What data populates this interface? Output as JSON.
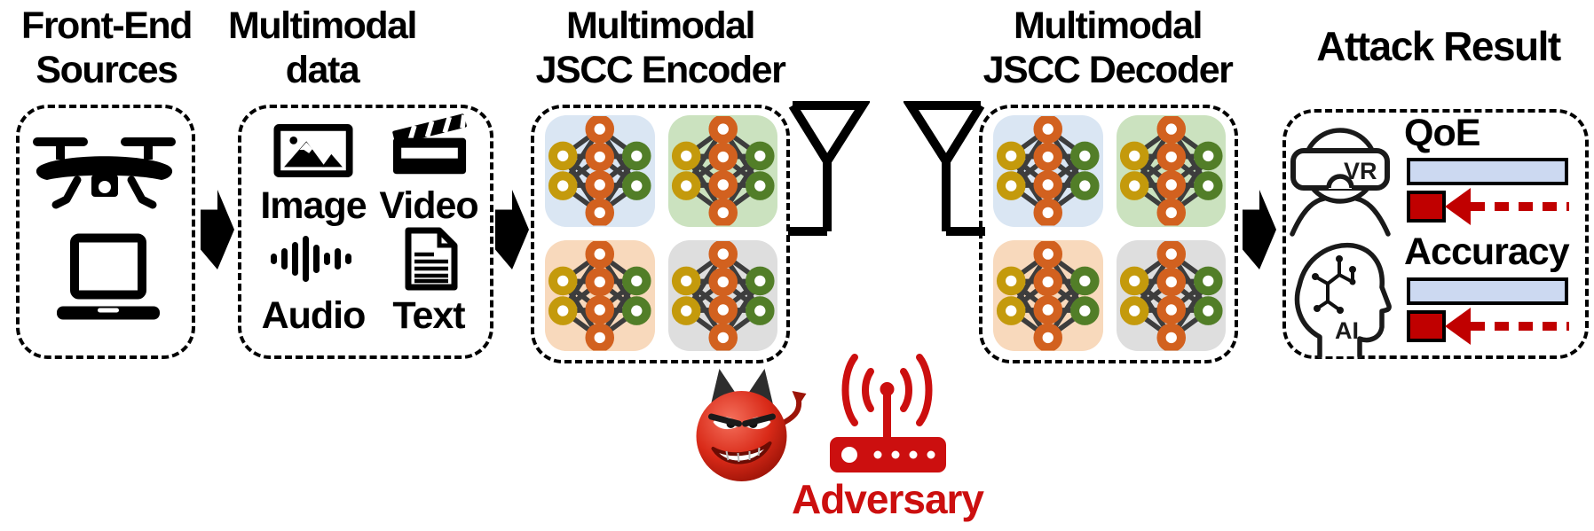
{
  "diagram": {
    "sources": {
      "title_lines": [
        "Front-End",
        "Sources"
      ],
      "icons": [
        "drone-icon",
        "laptop-icon"
      ]
    },
    "multimodal_data": {
      "title_lines": [
        "Multimodal",
        "data"
      ],
      "modalities": [
        {
          "label": "Image",
          "icon": "image-icon"
        },
        {
          "label": "Video",
          "icon": "video-clapperboard-icon"
        },
        {
          "label": "Audio",
          "icon": "audio-waveform-icon"
        },
        {
          "label": "Text",
          "icon": "text-document-icon"
        }
      ]
    },
    "encoder": {
      "title_lines": [
        "Multimodal",
        "JSCC Encoder"
      ],
      "network_tiles": 4
    },
    "channel": {
      "icons": [
        "transmit-antenna-icon",
        "receive-antenna-icon"
      ]
    },
    "decoder": {
      "title_lines": [
        "Multimodal",
        "JSCC Decoder"
      ],
      "network_tiles": 4
    },
    "attack_result": {
      "title": "Attack Result",
      "vr_badge": "VR",
      "ai_badge": "AI",
      "metrics": [
        {
          "label": "QoE",
          "baseline_ratio": 1.0,
          "attacked_ratio": 0.24
        },
        {
          "label": "Accuracy",
          "baseline_ratio": 1.0,
          "attacked_ratio": 0.24
        }
      ]
    },
    "adversary": {
      "label": "Adversary",
      "icons": [
        "devil-emoji-icon",
        "jammer-transmitter-icon"
      ]
    }
  },
  "colors": {
    "adversary_red": "#cc0f0f",
    "degraded_bar_red": "#c00000",
    "metric_bar_blue": "#ccd9f1",
    "tile_blue": "#dae6f3",
    "tile_green": "#cbe2bf",
    "tile_orange": "#f8d9bc",
    "tile_gray": "#dedede",
    "nn_input_node": "#c49a0c",
    "nn_hidden_node": "#d2611f",
    "nn_output_node": "#527e28",
    "nn_edge": "#3d3d3d"
  }
}
